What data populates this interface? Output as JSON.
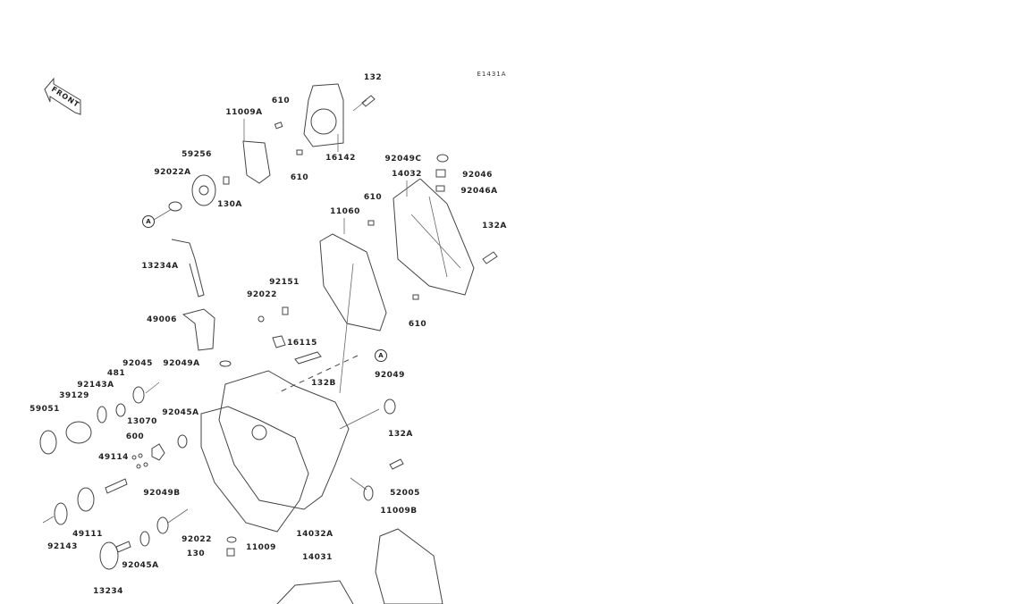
{
  "diagram": {
    "code": "E1431A",
    "front_label": "FRONT",
    "ref_marker": "A",
    "labels": [
      "132",
      "11009A",
      "610",
      "16142",
      "610",
      "59256",
      "92022A",
      "130A",
      "92049C",
      "92046",
      "14032",
      "92046A",
      "610",
      "11060",
      "132A",
      "13234A",
      "92151",
      "92022",
      "49006",
      "610",
      "16115",
      "92049A",
      "92045",
      "481",
      "132B",
      "92143A",
      "92049",
      "39129",
      "59051",
      "92045A",
      "13070",
      "600",
      "132A",
      "49114",
      "92049B",
      "52005",
      "11009B",
      "92143",
      "49111",
      "92022",
      "14032A",
      "11009",
      "130",
      "14031",
      "92045A",
      "13234"
    ]
  }
}
